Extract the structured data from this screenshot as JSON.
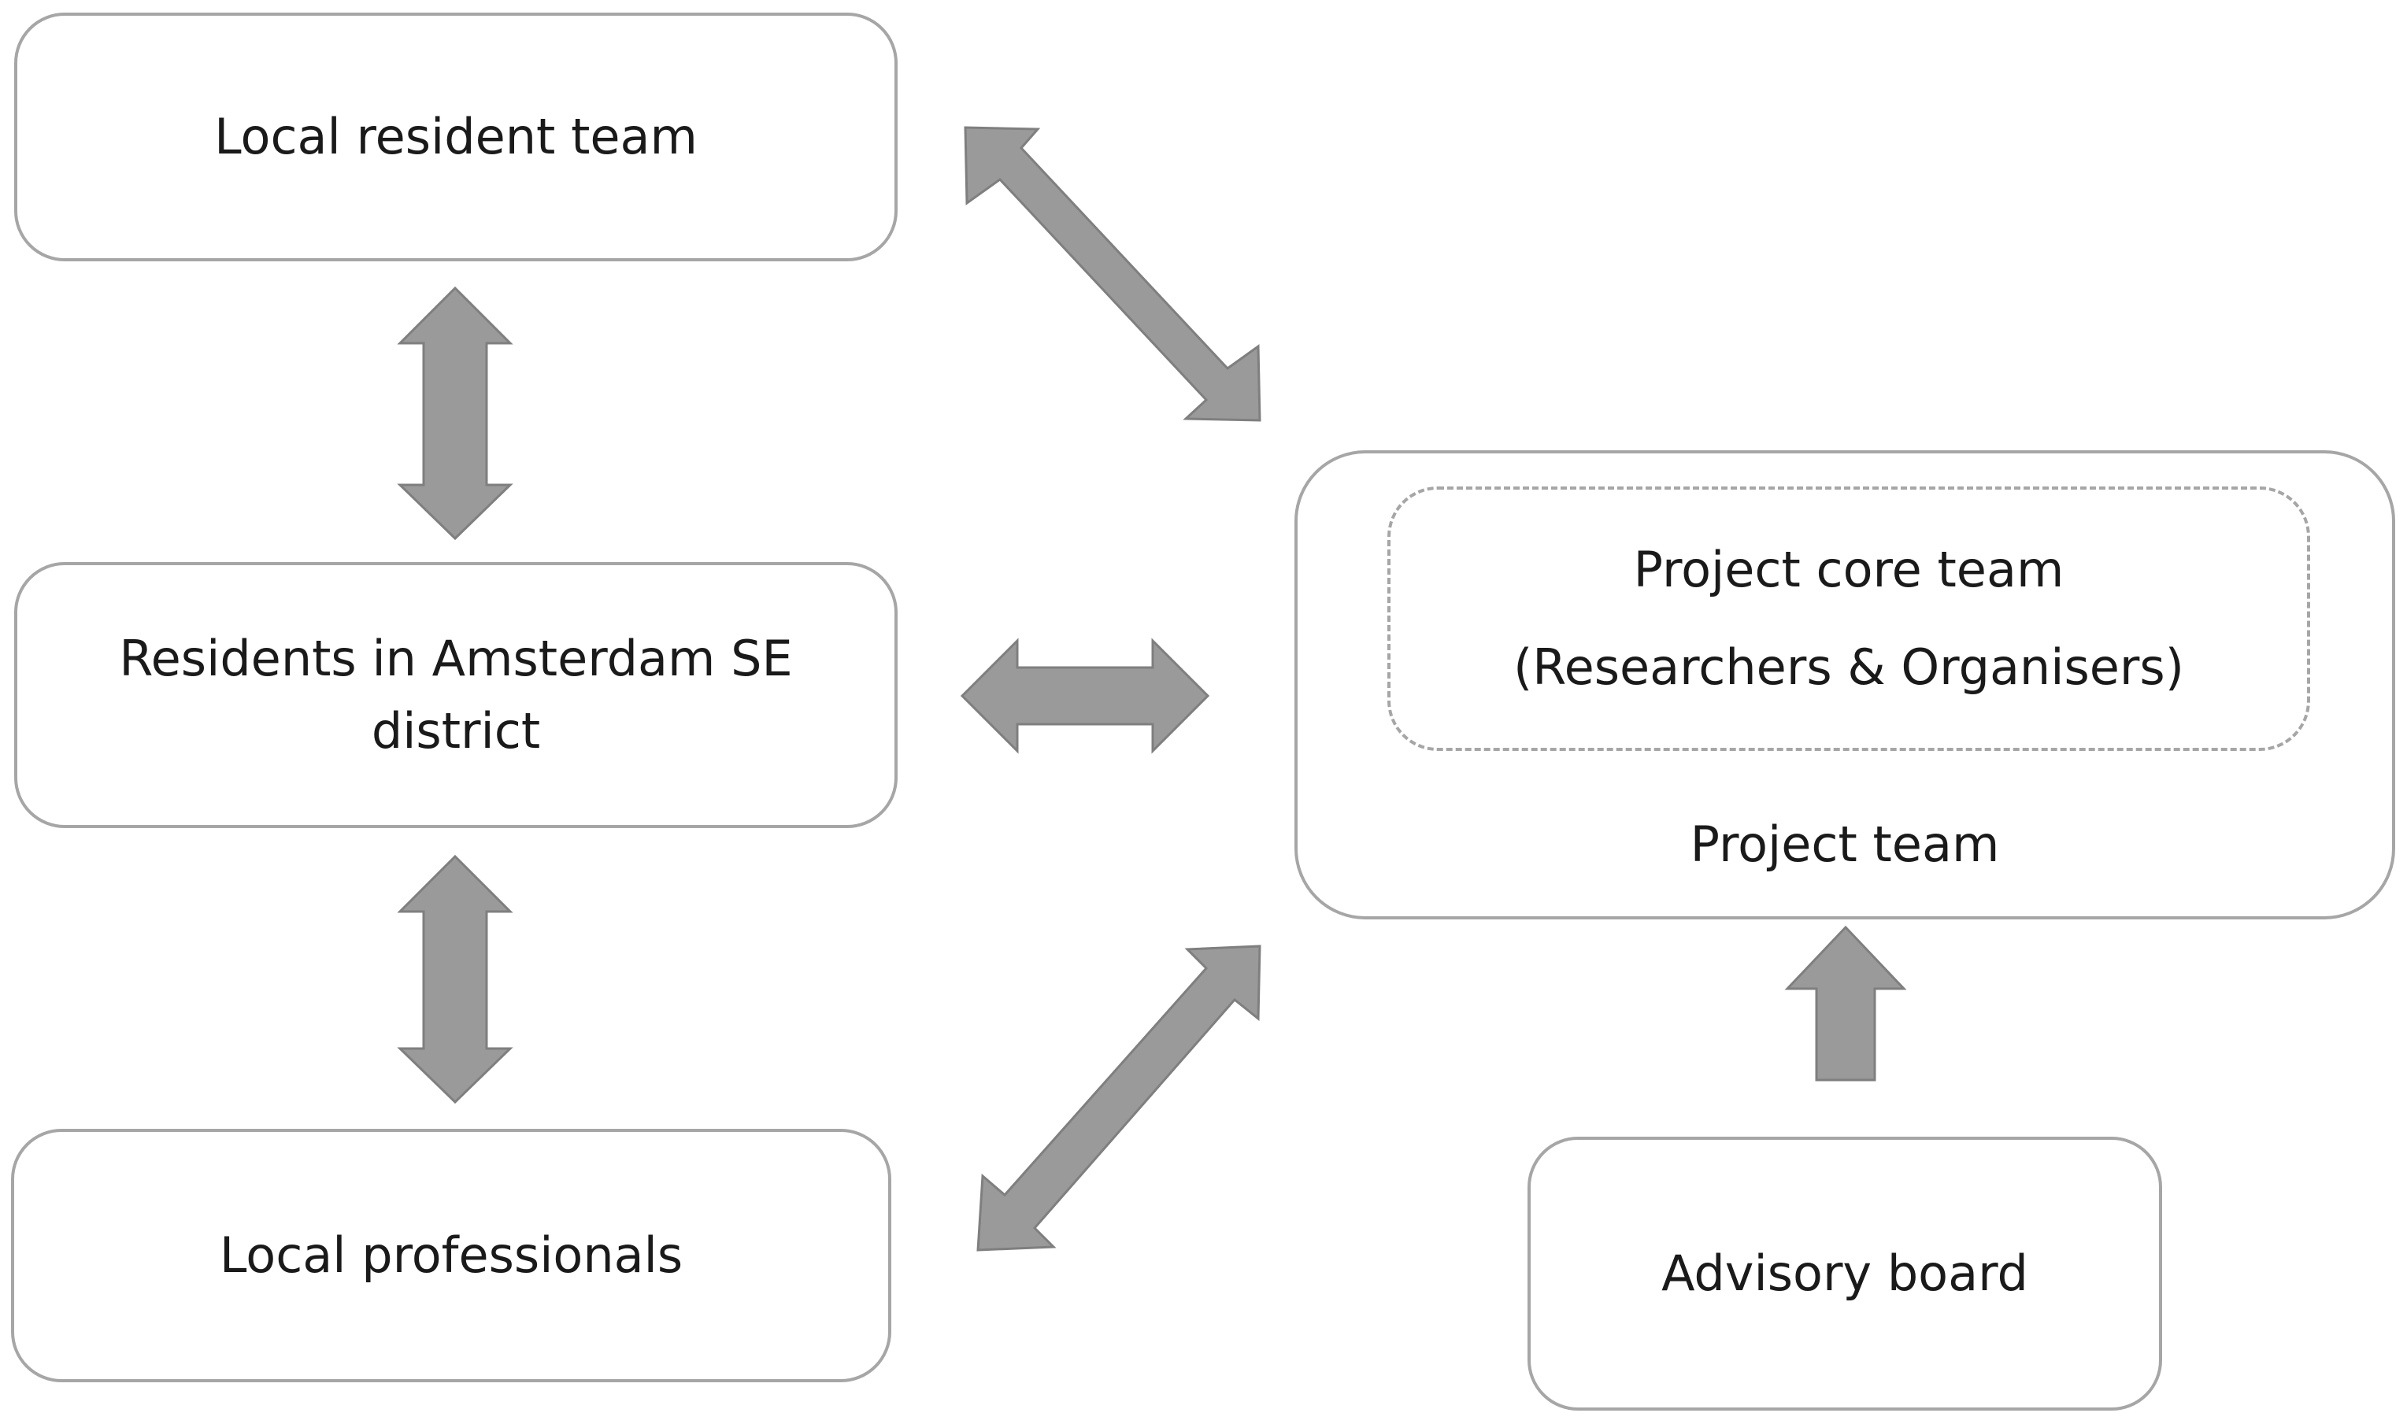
{
  "nodes": {
    "local_resident_team": "Local resident team",
    "residents_line1": "Residents in Amsterdam SE",
    "residents_line2": "district",
    "local_professionals": "Local professionals",
    "project_core_team_line1": "Project core team",
    "project_core_team_line2": "(Researchers & Organisers)",
    "project_team": "Project team",
    "advisory_board": "Advisory board"
  },
  "colors": {
    "box_border": "#a6a6a6",
    "arrow_fill": "#9a9a9a",
    "text": "#1a1a1a"
  }
}
